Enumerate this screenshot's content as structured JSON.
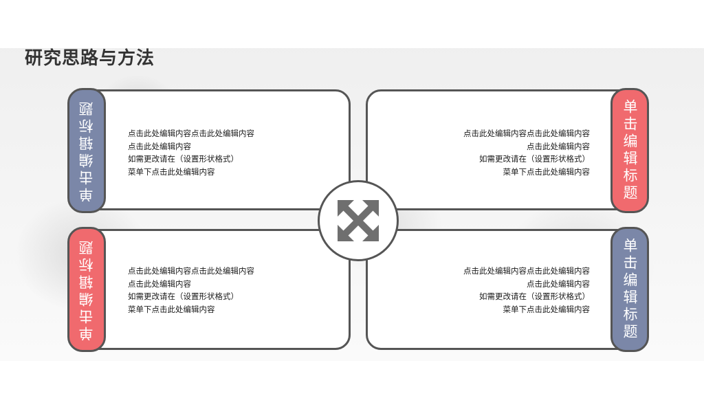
{
  "page": {
    "title": "研究思路与方法"
  },
  "colors": {
    "tab_blue": "#7b87a8",
    "tab_red": "#f06a6e",
    "border": "#555555",
    "hub_icon": "#6f6f6f"
  },
  "hub": {
    "icon": "arrows-out-icon"
  },
  "cards": {
    "top_left": {
      "tab_label": "单击编辑标题",
      "lines": [
        "点击此处编辑内容点击此处编辑内容",
        "点击此处编辑内容",
        "如需更改请在（设置形状格式）",
        "菜单下点击此处编辑内容"
      ]
    },
    "top_right": {
      "tab_label": "单击编辑标题",
      "lines": [
        "点击此处编辑内容点击此处编辑内容",
        "点击此处编辑内容",
        "如需更改请在（设置形状格式）",
        "菜单下点击此处编辑内容"
      ]
    },
    "bottom_left": {
      "tab_label": "单击编辑标题",
      "lines": [
        "点击此处编辑内容点击此处编辑内容",
        "点击此处编辑内容",
        "如需更改请在（设置形状格式）",
        "菜单下点击此处编辑内容"
      ]
    },
    "bottom_right": {
      "tab_label": "单击编辑标题",
      "lines": [
        "点击此处编辑内容点击此处编辑内容",
        "点击此处编辑内容",
        "如需更改请在（设置形状格式）",
        "菜单下点击此处编辑内容"
      ]
    }
  }
}
